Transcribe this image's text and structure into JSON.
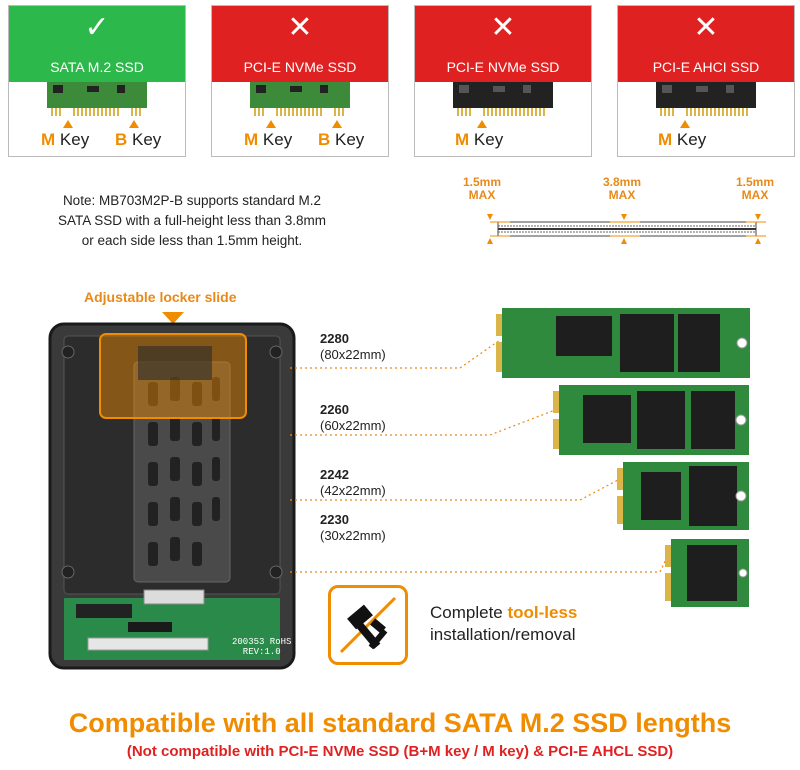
{
  "cards": [
    {
      "mark": "✓",
      "kind": "SATA M.2 SSD",
      "pcb_color": "#3c8a3a",
      "key1_letter": "M",
      "key1_word": "Key",
      "key2_letter": "B",
      "key2_word": "Key"
    },
    {
      "mark": "✕",
      "kind": "PCI-E NVMe SSD",
      "pcb_color": "#3c8a3a",
      "key1_letter": "M",
      "key1_word": "Key",
      "key2_letter": "B",
      "key2_word": "Key"
    },
    {
      "mark": "✕",
      "kind": "PCI-E NVMe SSD",
      "pcb_color": "#222222",
      "key1_letter": "M",
      "key1_word": "Key"
    },
    {
      "mark": "✕",
      "kind": "PCI-E AHCI SSD",
      "pcb_color": "#222222",
      "key1_letter": "M",
      "key1_word": "Key"
    }
  ],
  "note": {
    "line1": "Note: MB703M2P-B supports standard M.2",
    "line2": "SATA SSD with a full-height less than 3.8mm",
    "line3": "or each side less than 1.5mm height."
  },
  "dims": {
    "left_val": "1.5mm",
    "left_max": "MAX",
    "mid_val": "3.8mm",
    "mid_max": "MAX",
    "right_val": "1.5mm",
    "right_max": "MAX"
  },
  "locker_label": "Adjustable locker slide",
  "enclosure_labels": {
    "model": "200353 RoHS",
    "rev": "REV:1.0"
  },
  "lengths": [
    {
      "size": "2280",
      "mm": "(80x22mm)"
    },
    {
      "size": "2260",
      "mm": "(60x22mm)"
    },
    {
      "size": "2242",
      "mm": "(42x22mm)"
    },
    {
      "size": "2230",
      "mm": "(30x22mm)"
    }
  ],
  "tool": {
    "prefix": "Complete ",
    "highlight": "tool-less",
    "line2": "installation/removal"
  },
  "headline": "Compatible with all standard SATA M.2 SSD lengths",
  "subline": "(Not compatible with PCI-E NVMe SSD (B+M key / M key) & PCI-E AHCL SSD)",
  "colors": {
    "accent": "#f08c00",
    "ok": "#2db84b",
    "bad": "#e02121",
    "pcb": "#3c8a3a"
  }
}
